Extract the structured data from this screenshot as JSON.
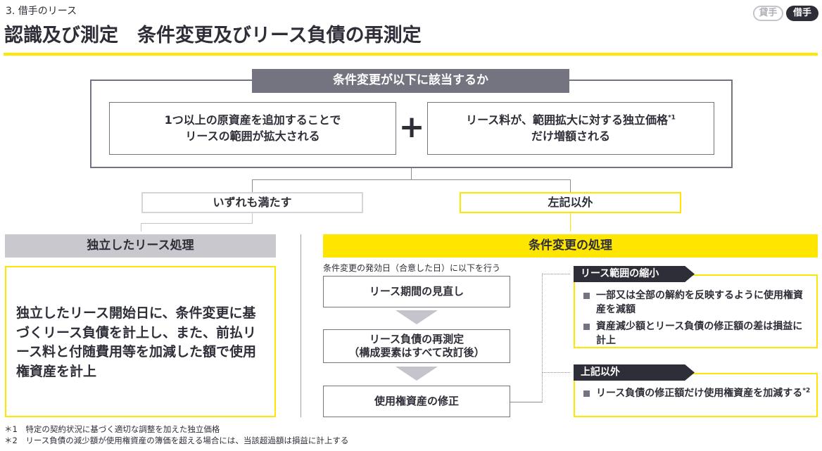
{
  "header": {
    "section": "3. 借手のリース",
    "title": "認識及び測定　条件変更及びリース負債の再測定",
    "badge_lessor": "貸手",
    "badge_lessee": "借手"
  },
  "condition": {
    "header": "条件変更が以下に該当するか",
    "left": "1つ以上の原資産を追加することで\nリースの範囲が拡大される",
    "plus": "+",
    "right": "リース料が、範囲拡大に対する独立価格",
    "right_sup": "*1",
    "right2": "だけ増額される"
  },
  "branches": {
    "both": "いずれも満たす",
    "other": "左記以外"
  },
  "separate": {
    "header": "独立したリース処理",
    "body": "独立したリース開始日に、条件変更に基づくリース負債を計上し、また、前払リース料と付随費用等を加減した額で使用権資産を計上"
  },
  "modification": {
    "header": "条件変更の処理",
    "intro": "条件変更の発効日（合意した日）に以下を行う",
    "steps": [
      "リース期間の見直し",
      "リース負債の再測定\n（構成要素はすべて改訂後）",
      "使用権資産の修正"
    ],
    "reduce": {
      "tag": "リース範囲の縮小",
      "bullets": [
        "一部又は全部の解約を反映するように使用権資産を減額",
        "資産減少額とリース負債の修正額の差は損益に計上"
      ]
    },
    "otherwise": {
      "tag": "上記以外",
      "bullet": "リース負債の修正額だけ使用権資産を加減する",
      "sup": "*2"
    }
  },
  "footnotes": [
    "＊1　特定の契約状況に基づく適切な調整を加えた独立価格",
    "＊2　リース負債の減少額が使用権資産の簿価を超える場合には、当該超過額は損益に計上する"
  ],
  "colors": {
    "yellow": "#ffe600",
    "dark": "#2e2e38",
    "gray": "#747480"
  }
}
